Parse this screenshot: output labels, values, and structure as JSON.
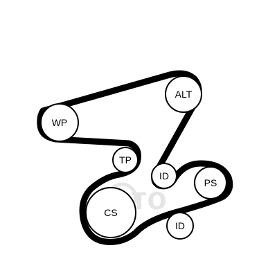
{
  "watermark": {
    "text": "авто"
  },
  "pulleys": {
    "alt": {
      "label": "ALT"
    },
    "wp": {
      "label": "WP"
    },
    "tp": {
      "label": "TP"
    },
    "id_upper": {
      "label": "ID"
    },
    "ps": {
      "label": "PS"
    },
    "cs": {
      "label": "CS"
    },
    "id_lower": {
      "label": "ID"
    }
  },
  "colors": {
    "belt": "#000000",
    "pulley_stroke": "#000000",
    "watermark": "#e4e4e4",
    "background": "#ffffff"
  }
}
